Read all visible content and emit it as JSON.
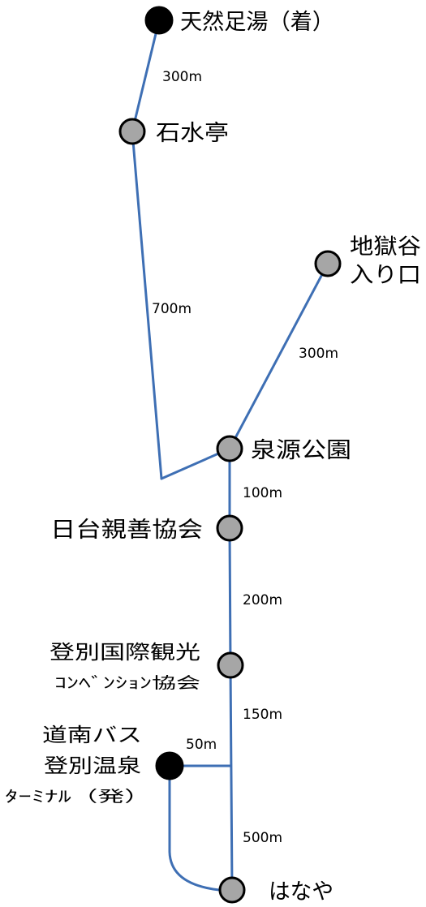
{
  "colors": {
    "route_line": "#3E6FB4",
    "station_gray": "#A6A6A6",
    "station_endpoint": "#000000",
    "outline": "#000000"
  },
  "stations": {
    "tennen_ashiyu": {
      "lines": [
        "天然足湯（着）"
      ],
      "marker": "endpoint"
    },
    "sekisuitei": {
      "lines": [
        "石水亭"
      ],
      "marker": "gray"
    },
    "jigokudani": {
      "lines": [
        "地獄谷",
        "入り口"
      ],
      "marker": "gray"
    },
    "sengen_koen": {
      "lines": [
        "泉源公園"
      ],
      "marker": "gray"
    },
    "nittai_shinzen": {
      "lines": [
        "日台親善協会"
      ],
      "marker": "gray"
    },
    "kokusai_kanko": {
      "lines": [
        "登別国際観光",
        "ｺﾝﾍﾞﾝｼｮﾝ協会"
      ],
      "marker": "gray"
    },
    "bus_terminal": {
      "lines": [
        "道南バス",
        "登別温泉",
        "ﾀｰﾐﾅﾙ（発）"
      ],
      "marker": "endpoint"
    },
    "hanaya": {
      "lines": [
        "はなや"
      ],
      "marker": "gray"
    }
  },
  "distances": {
    "ashiyu_to_sekisuitei": "300m",
    "sekisuitei_to_junction": "700m",
    "jigokudani_to_sengen": "300m",
    "sengen_to_nittai": "100m",
    "nittai_to_kokusai": "200m",
    "kokusai_to_branch": "150m",
    "terminal_to_branch": "50m",
    "branch_to_hanaya": "500m"
  }
}
